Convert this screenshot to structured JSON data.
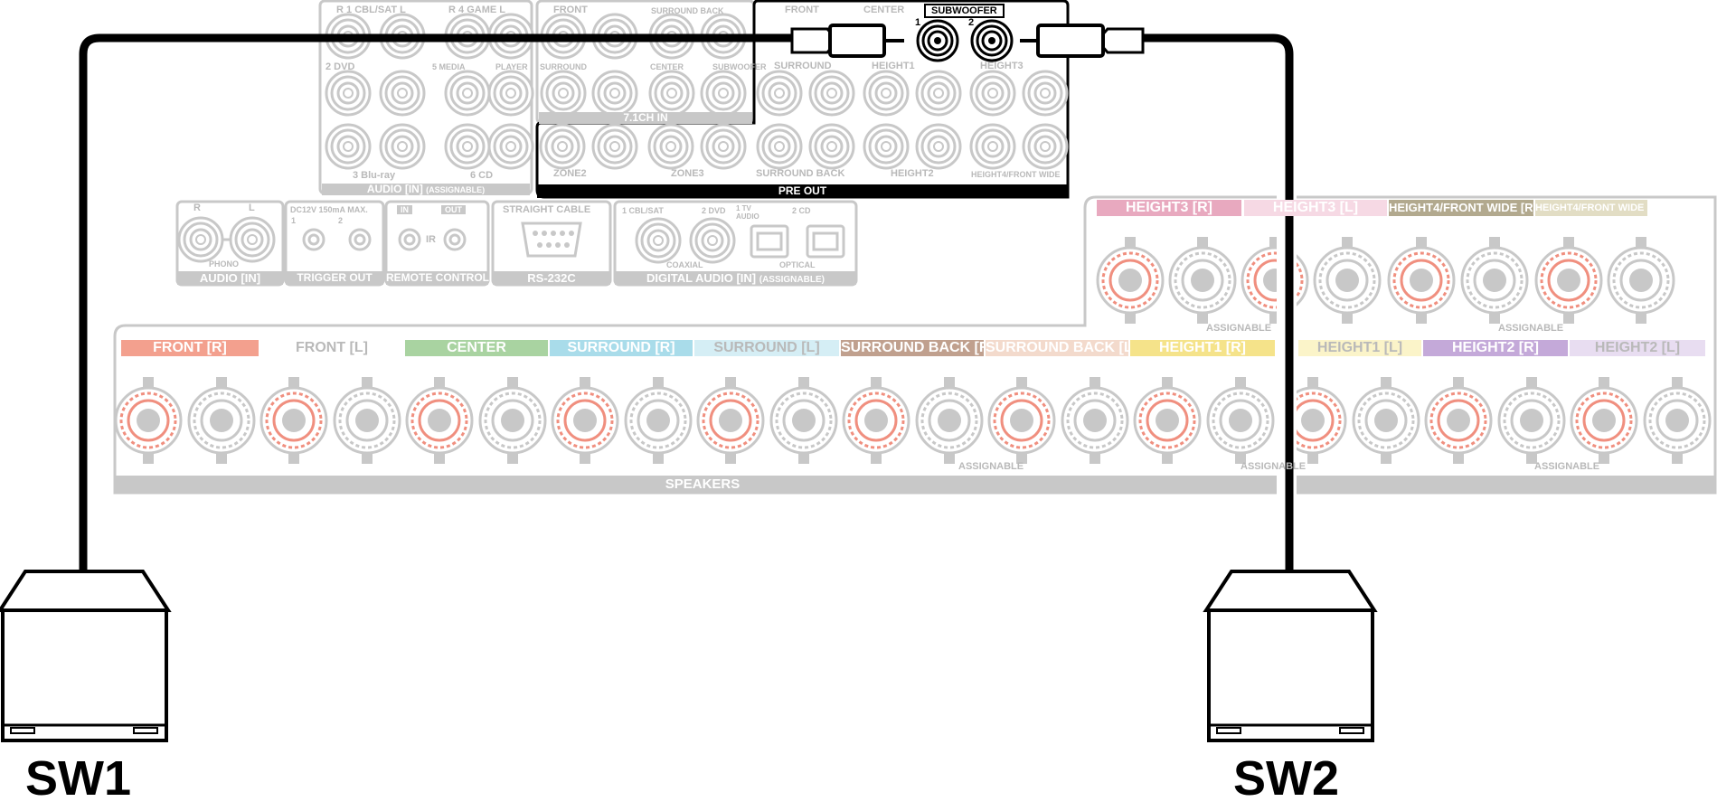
{
  "colors": {
    "panel_gray": "#c8c8c8",
    "panel_text": "#b9b9b9",
    "plus_terminal": "#f08f7f",
    "cable": "#000000",
    "front": "#f3a08e",
    "center": "#a9d3a1",
    "surround": "#a9dcea",
    "surround_l": "#d5eef5",
    "surround_back": "#c0a08e",
    "surround_back_l": "#f3dacc",
    "height1": "#f5e38a",
    "height1_l": "#fbf4c9",
    "height2": "#c4a9d9",
    "height2_l": "#e8ddf1",
    "height3": "#e8a9bf",
    "height3_l": "#f6d9e4",
    "height4": "#b2a98e",
    "height4_l": "#e2ddc4"
  },
  "audio_in": {
    "top_labels": [
      "1 CBL/SAT",
      "4 GAME"
    ],
    "row1_labels": [
      "2 DVD",
      "5 MEDIA",
      "PLAYER"
    ],
    "bottom_labels": [
      "3 Blu-ray",
      "6 CD"
    ],
    "footer": "AUDIO",
    "footer_in": "IN",
    "footer_note": "(ASSIGNABLE)",
    "r_badge": "R",
    "l_badge": "L"
  },
  "ch71_in": {
    "top_labels": [
      "FRONT",
      "SURROUND BACK"
    ],
    "row_labels": [
      "SURROUND",
      "CENTER",
      "SUBWOOFER"
    ],
    "footer": "7.1CH IN"
  },
  "pre_out": {
    "top_labels": [
      "FRONT",
      "CENTER"
    ],
    "subwoofer_box": "SUBWOOFER",
    "sub_num_1": "1",
    "sub_num_2": "2",
    "row1_labels": [
      "SURROUND",
      "HEIGHT1",
      "HEIGHT3"
    ],
    "bottom_labels": [
      "ZONE2",
      "ZONE3",
      "SURROUND BACK",
      "HEIGHT2",
      "HEIGHT4/FRONT WIDE"
    ],
    "footer": "PRE OUT"
  },
  "phono": {
    "label": "PHONO",
    "footer": "AUDIO",
    "footer_in": "IN"
  },
  "trigger_out": {
    "spec": "DC12V 150mA MAX.",
    "nums": [
      "1",
      "2"
    ],
    "footer": "TRIGGER OUT"
  },
  "remote": {
    "in_label": "IN",
    "out_label": "OUT",
    "ir_label": "IR",
    "footer": "REMOTE CONTROL"
  },
  "rs232c": {
    "top": "STRAIGHT CABLE",
    "footer": "RS-232C"
  },
  "digital_audio": {
    "labels": [
      "1 CBL/SAT",
      "2 DVD",
      "1 TV AUDIO",
      "2 CD"
    ],
    "coaxial": "COAXIAL",
    "optical": "OPTICAL",
    "footer": "DIGITAL AUDIO",
    "footer_in": "IN",
    "footer_note": "(ASSIGNABLE)"
  },
  "speakers": {
    "footer": "SPEAKERS",
    "assignable": "ASSIGNABLE",
    "upper_channels": [
      "HEIGHT3",
      "HEIGHT3",
      "HEIGHT4/FRONT WIDE",
      "HEIGHT4/FRONT WIDE"
    ],
    "lower_channels": [
      "FRONT",
      "FRONT",
      "CENTER",
      "SURROUND",
      "SURROUND",
      "SURROUND BACK",
      "SURROUND BACK",
      "HEIGHT1",
      "HEIGHT1",
      "HEIGHT2",
      "HEIGHT2"
    ],
    "plus": "+",
    "minus": "−"
  },
  "subwoofers": {
    "sw1": "SW1",
    "sw2": "SW2"
  }
}
